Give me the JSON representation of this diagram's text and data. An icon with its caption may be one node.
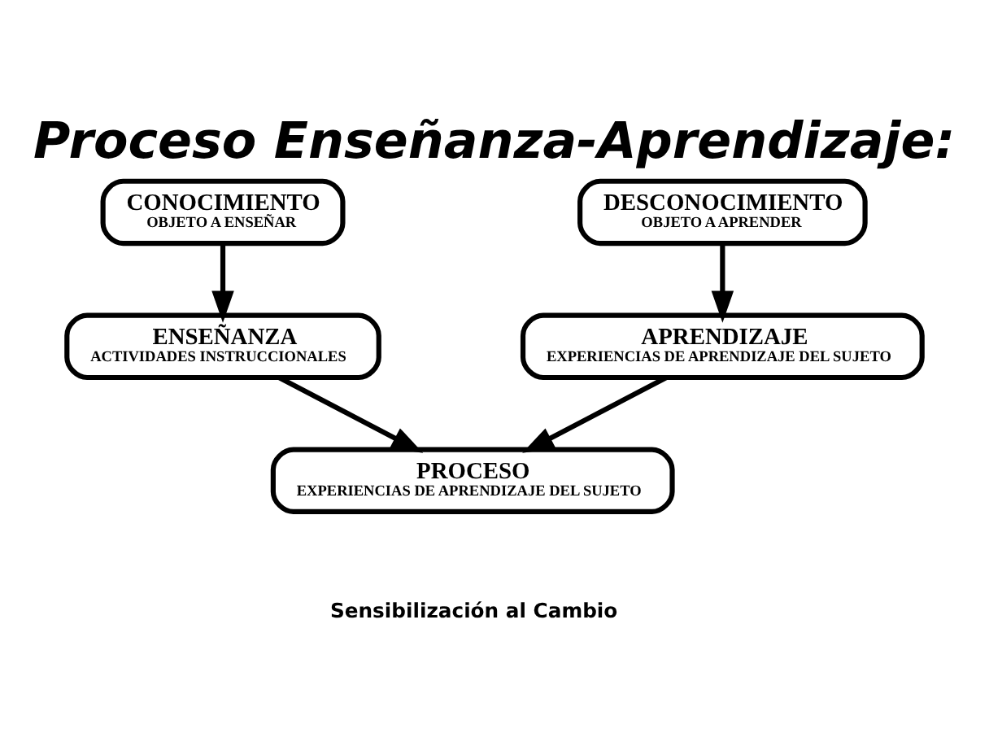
{
  "diagram": {
    "title": "Proceso Enseñanza-Aprendizaje:",
    "nodes": [
      {
        "text": [
          "CONOCIMIENTO",
          "OBJETO A ENSEÑAR"
        ]
      },
      {
        "text": [
          "DESCONOCIMIENTO",
          "OBJETO A APRENDER"
        ]
      },
      {
        "text": [
          "ENSEÑANZA",
          "ACTIVIDADES INSTRUCCIONALES"
        ]
      },
      {
        "text": [
          "APRENDIZAJE",
          "EXPERIENCIAS DE APRENDIZAJE DEL SUJETO"
        ]
      },
      {
        "text": [
          "PROCESO",
          "EXPERIENCIAS DE APRENDIZAJE DEL SUJETO"
        ]
      }
    ],
    "edges": [
      {
        "from": 0,
        "to": 2,
        "arrow": "to"
      },
      {
        "from": 1,
        "to": 3,
        "arrow": "to"
      },
      {
        "from": 2,
        "to": 4,
        "arrow": "to"
      },
      {
        "from": 3,
        "to": 4,
        "arrow": "to"
      }
    ],
    "labels": [
      "Sensibilización al Cambio"
    ]
  }
}
